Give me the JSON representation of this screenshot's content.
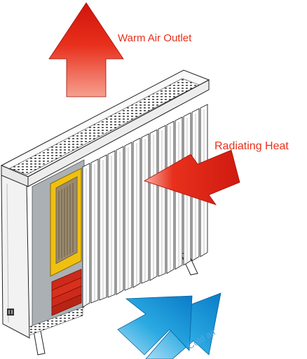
{
  "labels": {
    "warm_air_outlet": "Warm Air Outlet",
    "radiating_heat": "Radiating Heat",
    "cold_air": "Cold air"
  },
  "colors": {
    "warm_arrow": "#e8301c",
    "heat_arrow": "#e8301c",
    "cold_arrow": "#1ea0dc",
    "label_text": "#e8301c",
    "cold_text": "#5aa6de",
    "element_frame": "#f0c010",
    "fins": "#cc2a1a",
    "inner_panel": "#aab0b4"
  },
  "icons": {
    "warm": "up-arrow-icon",
    "heat": "left-arrow-icon",
    "cold": "up-right-arrow-icon"
  }
}
